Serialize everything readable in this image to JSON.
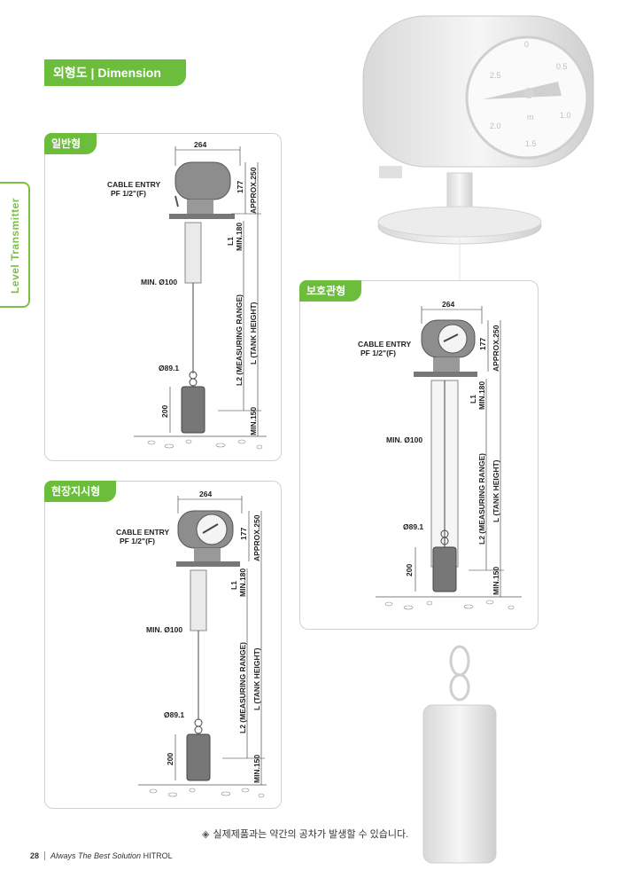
{
  "sidebar": {
    "label": "Level Transmitter"
  },
  "section": {
    "title": "외형도 | Dimension"
  },
  "panels": {
    "general": {
      "title": "일반형"
    },
    "protect": {
      "title": "보호관형"
    },
    "field": {
      "title": "현장지시형"
    }
  },
  "dims": {
    "width": "264",
    "cable1": "CABLE ENTRY",
    "cable2": "PF 1/2\"(F)",
    "h177": "177",
    "approx": "APPROX.250",
    "l1": "L1",
    "min180": "MIN.180",
    "min100": "MIN. Ø100",
    "l2": "L2 (MEASURING RANGE)",
    "lt": "L (TANK HEIGHT)",
    "d89": "Ø89.1",
    "h200": "200",
    "min150": "MIN.150"
  },
  "gauge": {
    "ticks": [
      "0",
      "0.5",
      "1.0",
      "1.5",
      "2.0",
      "2.5"
    ],
    "unit": "m"
  },
  "note": {
    "icon": "diamond-icon",
    "text": "실제제품과는 약간의 공차가 발생할 수 있습니다."
  },
  "footer": {
    "page": "28",
    "slogan": "Always The Best Solution",
    "brand": "HITROL"
  },
  "colors": {
    "accent": "#6cbd3c"
  }
}
